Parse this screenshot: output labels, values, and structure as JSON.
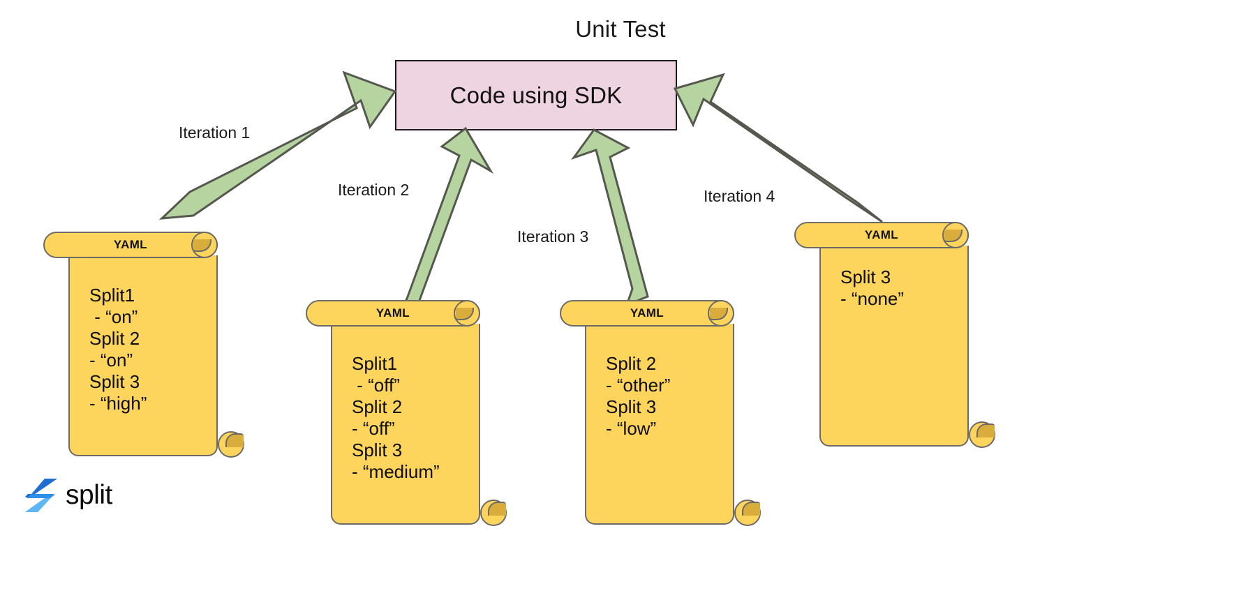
{
  "title": "Unit Test",
  "central_box": {
    "label": "Code using SDK",
    "fill": "#eed3e0",
    "stroke": "#1b1b1b"
  },
  "arrow": {
    "fill": "#b5d4a0",
    "stroke": "#56584f"
  },
  "iterations": [
    {
      "label": "Iteration 1"
    },
    {
      "label": "Iteration 2"
    },
    {
      "label": "Iteration 3"
    },
    {
      "label": "Iteration 4"
    }
  ],
  "documents": [
    {
      "header": "YAML",
      "fill": "#fdd45c",
      "stroke": "#6b6a66",
      "lines": [
        "Split1",
        " - “on”",
        "Split 2",
        "- “on”",
        "Split 3",
        "- “high”"
      ],
      "text": "Split1\n - “on”\nSplit 2\n- “on”\nSplit 3\n- “high”"
    },
    {
      "header": "YAML",
      "fill": "#fdd45c",
      "stroke": "#6b6a66",
      "lines": [
        "Split1",
        " - “off”",
        "Split 2",
        "- “off”",
        "Split 3",
        "- “medium”"
      ],
      "text": "Split1\n - “off”\nSplit 2\n- “off”\nSplit 3\n- “medium”"
    },
    {
      "header": "YAML",
      "fill": "#fdd45c",
      "stroke": "#6b6a66",
      "lines": [
        "Split 2",
        "- “other”",
        "Split 3",
        "- “low”"
      ],
      "text": "Split 2\n- “other”\nSplit 3\n- “low”"
    },
    {
      "header": "YAML",
      "fill": "#fdd45c",
      "stroke": "#6b6a66",
      "lines": [
        "Split 3",
        "- “none”"
      ],
      "text": "Split 3\n- “none”"
    }
  ],
  "logo": {
    "word": "split",
    "color_dark": "#1f7fe0",
    "color_light": "#4fa8f2"
  }
}
